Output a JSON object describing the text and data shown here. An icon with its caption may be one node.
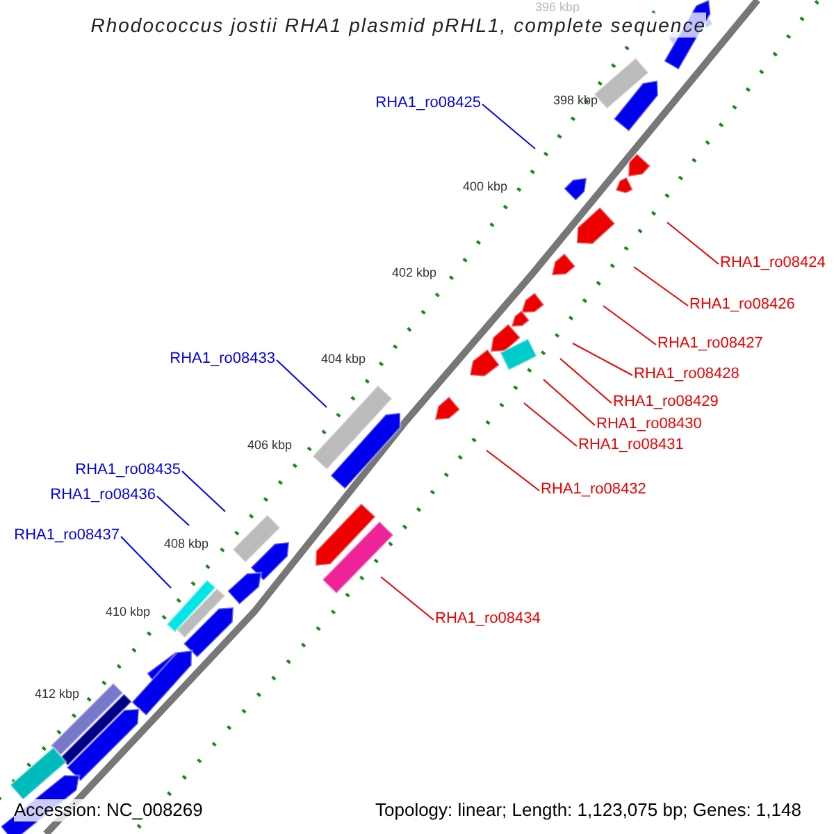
{
  "diagram": {
    "title": "Rhodococcus jostii RHA1 plasmid pRHL1, complete sequence",
    "nodes": [
      {
        "text": [
          "RHA1_ro08425"
        ]
      },
      {
        "text": [
          "RHA1_ro08424"
        ]
      },
      {
        "text": [
          "RHA1_ro08426"
        ]
      },
      {
        "text": [
          "RHA1_ro08427"
        ]
      },
      {
        "text": [
          "RHA1_ro08433"
        ]
      },
      {
        "text": [
          "RHA1_ro08428"
        ]
      },
      {
        "text": [
          "RHA1_ro08429"
        ]
      },
      {
        "text": [
          "RHA1_ro08430"
        ]
      },
      {
        "text": [
          "RHA1_ro08431"
        ]
      },
      {
        "text": [
          "RHA1_ro08435"
        ]
      },
      {
        "text": [
          "RHA1_ro08432"
        ]
      },
      {
        "text": [
          "RHA1_ro08436"
        ]
      },
      {
        "text": [
          "RHA1_ro08437"
        ]
      },
      {
        "text": [
          "RHA1_ro08434"
        ]
      }
    ],
    "edges": [
      {
        "from": 0,
        "to": null,
        "arrow": "none",
        "color": "#0000ff"
      },
      {
        "from": 1,
        "to": null,
        "arrow": "none"
      },
      {
        "from": 2,
        "to": null,
        "arrow": "none"
      },
      {
        "from": 3,
        "to": null,
        "arrow": "none"
      },
      {
        "from": 4,
        "to": null,
        "arrow": "none",
        "color": "#0000ff"
      },
      {
        "from": 5,
        "to": null,
        "arrow": "none"
      },
      {
        "from": 6,
        "to": null,
        "arrow": "none"
      },
      {
        "from": 7,
        "to": null,
        "arrow": "none"
      },
      {
        "from": 8,
        "to": null,
        "arrow": "none"
      },
      {
        "from": 9,
        "to": null,
        "arrow": "none",
        "color": "#0000ff"
      },
      {
        "from": 10,
        "to": null,
        "arrow": "none"
      },
      {
        "from": 11,
        "to": null,
        "arrow": "none",
        "color": "#0000ff"
      },
      {
        "from": 12,
        "to": null,
        "arrow": "none",
        "color": "#0000ff"
      },
      {
        "from": 13,
        "to": null,
        "arrow": "none"
      }
    ],
    "labels": [
      "396 kbp",
      "398 kbp",
      "400 kbp",
      "402 kbp",
      "404 kbp",
      "406 kbp",
      "408 kbp",
      "410 kbp",
      "412 kbp",
      "Accession: NC_008269",
      "Topology: linear; Length: 1,123,075 bp; Genes: 1,148"
    ]
  }
}
